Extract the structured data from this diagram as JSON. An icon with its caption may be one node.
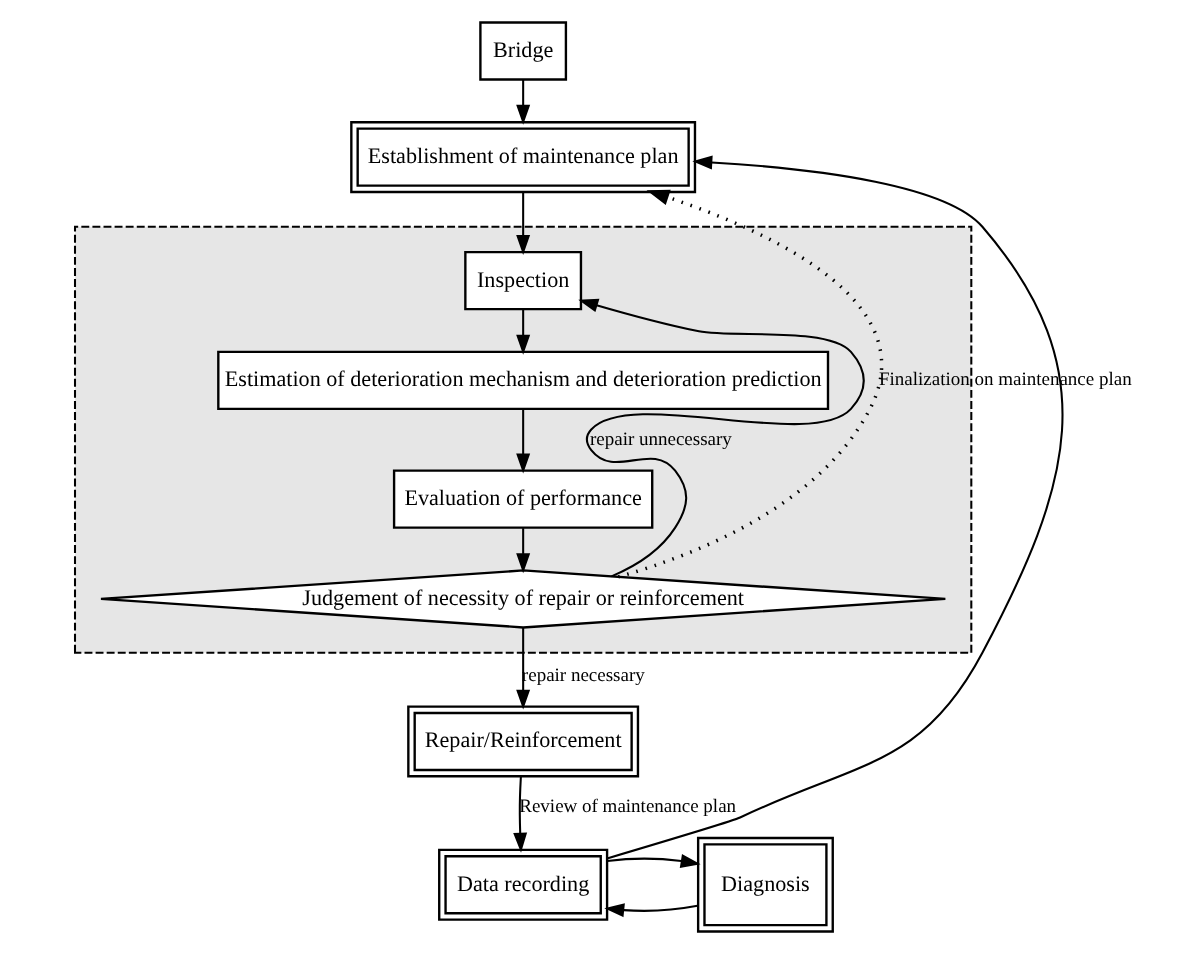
{
  "diagram": {
    "nodes": [
      {
        "text": [
          "Bridge"
        ]
      },
      {
        "text": [
          "Establishment of maintenance plan"
        ]
      },
      {
        "text": [],
        "shape": "box"
      },
      {
        "text": [
          "Inspection"
        ],
        "in": 2
      },
      {
        "text": [
          "Estimation of deterioration mechanism and deterioration prediction"
        ],
        "in": 2
      },
      {
        "text": [
          "Evaluation of performance"
        ],
        "in": 2
      },
      {
        "text": [
          "Judgement of necessity of repair or reinforcement"
        ],
        "in": 2
      },
      {
        "text": [
          "Diagnosis"
        ]
      },
      {
        "text": [
          "Data recording"
        ]
      },
      {
        "text": [
          "Repair/Reinforcement"
        ]
      }
    ],
    "edges": [
      {
        "from": 0,
        "to": 1,
        "arrow": "to"
      },
      {
        "from": 1,
        "to": 3,
        "arrow": "to"
      },
      {
        "from": 3,
        "to": 4,
        "arrow": "to"
      },
      {
        "from": 4,
        "to": 5,
        "arrow": "to"
      },
      {
        "from": 5,
        "to": 6,
        "arrow": "to"
      },
      {
        "from": 6,
        "to": 3,
        "arrow": "to",
        "label": "repair unnecessary"
      },
      {
        "from": 6,
        "to": 9,
        "arrow": "to",
        "label": "repair necessary"
      },
      {
        "from": 6,
        "to": 1,
        "arrow": "to",
        "label": "Finalization on maintenance plan",
        "style": "dashed"
      },
      {
        "from": 7,
        "to": 8,
        "arrow": "to"
      },
      {
        "from": 8,
        "to": 7,
        "arrow": "to"
      },
      {
        "from": 8,
        "to": 1,
        "arrow": "to"
      },
      {
        "from": 9,
        "to": 8,
        "arrow": "to",
        "label": "Review of maintenance plan"
      }
    ]
  }
}
